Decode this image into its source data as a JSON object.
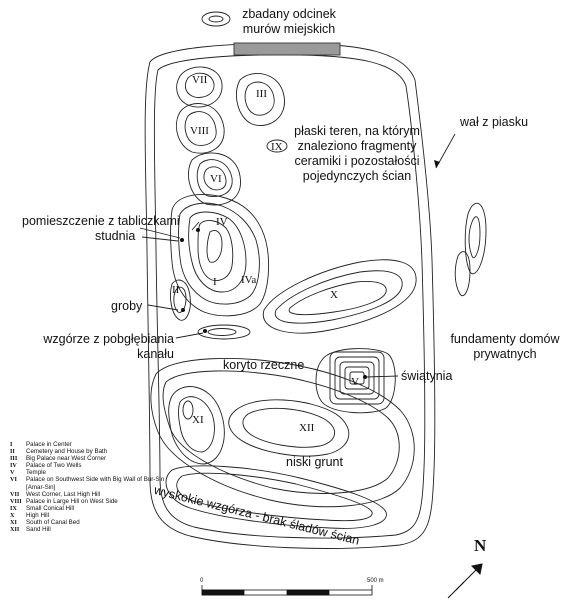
{
  "labels": {
    "examined_wall": "zbadany odcinek\nmurów miejskich",
    "flat_area": "płaski teren, na którym\nznaleziono fragmenty\nceramiki i pozostałości\npojedynczych ścian",
    "sand_rampart": "wał z piasku",
    "tablet_room": "pomieszczenie z tabliczkami",
    "well": "studnia",
    "graves": "groby",
    "hill_canal": "wzgórze z pobgłębiania\nkanału",
    "house_foundations": "fundamenty domów\nprywatnych",
    "river_bed": "koryto rzeczne",
    "temple": "świątynia",
    "low_ground": "niski grunt",
    "high_hills": "wyskokie wzgórza - brak śladów ścian"
  },
  "romans": {
    "VII": "VII",
    "III": "III",
    "VIII": "VIII",
    "IX": "IX",
    "VI": "VI",
    "IV": "IV",
    "I": "I",
    "IVa": "IVa",
    "II": "II",
    "X": "X",
    "V": "V",
    "XI": "XI",
    "XII": "XII"
  },
  "legend": [
    {
      "num": "I",
      "text": "Palace in Center"
    },
    {
      "num": "II",
      "text": "Cemetery and House by Bath"
    },
    {
      "num": "III",
      "text": "Big Palace near West Corner"
    },
    {
      "num": "IV",
      "text": "Palace of Two Wells"
    },
    {
      "num": "V",
      "text": "Temple"
    },
    {
      "num": "VI",
      "text": "Palace on Southwest Side with Big Wall of Bur-Sin [Amar-Sin]"
    },
    {
      "num": "VII",
      "text": "West Corner, Last High Hill"
    },
    {
      "num": "VIII",
      "text": "Palace in Large Hill on West Side"
    },
    {
      "num": "IX",
      "text": "Small Conical Hill"
    },
    {
      "num": "X",
      "text": "High Hill"
    },
    {
      "num": "XI",
      "text": "South of Canal Bed"
    },
    {
      "num": "XII",
      "text": "Sand Hill"
    }
  ],
  "scale": {
    "start": "0",
    "end": "500 m"
  },
  "north": "N"
}
